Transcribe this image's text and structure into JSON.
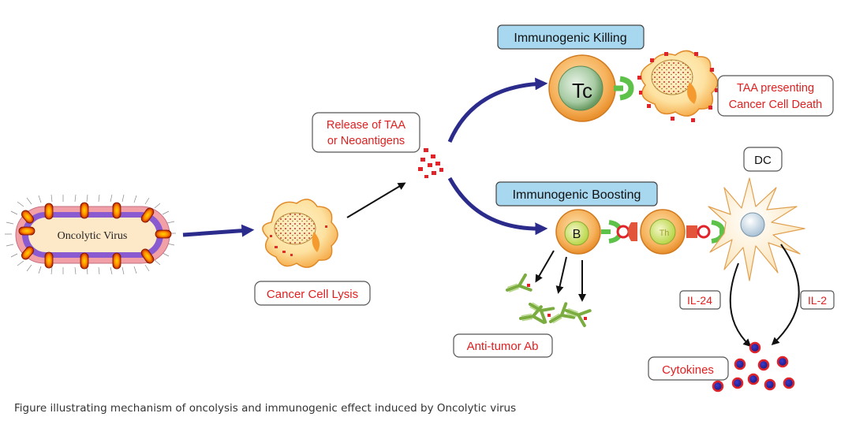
{
  "labels": {
    "oncolytic_virus": "Oncolytic Virus",
    "cancer_cell_lysis": "Cancer Cell Lysis",
    "release_line1": "Release of TAA",
    "release_line2": "or Neoantigens",
    "immunogenic_killing": "Immunogenic Killing",
    "immunogenic_boosting": "Immunogenic Boosting",
    "tc": "Tc",
    "b": "B",
    "th": "Th",
    "taa_line1": "TAA presenting",
    "taa_line2": "Cancer Cell Death",
    "dc": "DC",
    "il24": "IL-24",
    "il2": "IL-2",
    "anti_tumor_ab": "Anti-tumor Ab",
    "cytokines": "Cytokines"
  },
  "caption": "Figure illustrating mechanism of oncolysis and immunogenic effect induced by Oncolytic virus",
  "colors": {
    "label_red": "#e02020",
    "heading_fill": "#a8d8f0",
    "arrow_blue": "#2b2b8c",
    "cell_orange": "#f7a23a",
    "cell_yellow": "#fde7a8",
    "virus_purple": "#8a5bd0",
    "virus_pink": "#f2a0a8"
  }
}
